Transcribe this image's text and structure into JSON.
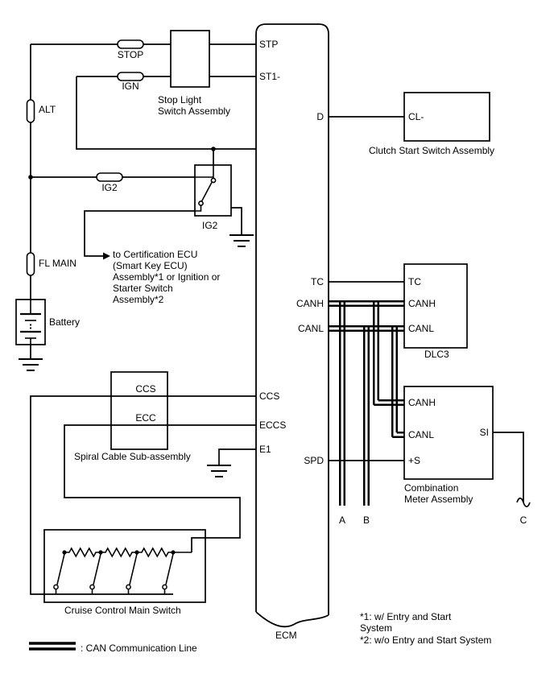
{
  "diagram": {
    "ecm": {
      "label": "ECM",
      "pins_left": {
        "stp": "STP",
        "st1": "ST1-",
        "ccs": "CCS",
        "eccs": "ECCS",
        "e1": "E1"
      },
      "pins_right": {
        "d": "D",
        "tc": "TC",
        "canh": "CANH",
        "canl": "CANL",
        "spd": "SPD"
      }
    },
    "fuses": {
      "stop": "STOP",
      "ign": "IGN",
      "ig2": "IG2",
      "alt": "ALT",
      "fl_main": "FL MAIN"
    },
    "relay": {
      "label": "IG2"
    },
    "battery": {
      "label": "Battery"
    },
    "stop_light_switch": {
      "caption": [
        "Stop Light",
        "Switch Assembly"
      ]
    },
    "clutch_switch": {
      "pin_cl": "CL-",
      "caption": "Clutch Start Switch Assembly"
    },
    "dlc3": {
      "pins": {
        "tc": "TC",
        "canh": "CANH",
        "canl": "CANL"
      },
      "caption": "DLC3"
    },
    "meter": {
      "pins": {
        "canh": "CANH",
        "canl": "CANL",
        "plus_s": "+S",
        "si": "SI"
      },
      "caption": [
        "Combination",
        "Meter Assembly"
      ]
    },
    "spiral_cable": {
      "pins": {
        "ccs": "CCS",
        "ecc": "ECC"
      },
      "caption": "Spiral Cable Sub-assembly"
    },
    "cruise_switch": {
      "caption": "Cruise Control Main Switch"
    },
    "connectors": {
      "a": "A",
      "b": "B",
      "c": "C"
    },
    "certification_note": [
      "to Certification ECU",
      "(Smart Key ECU)",
      "Assembly*1 or Ignition or",
      "Starter Switch",
      "Assembly*2"
    ],
    "legend": {
      "can_label": ": CAN Communication Line"
    },
    "footnotes": [
      "*1: w/ Entry and Start",
      "System",
      "*2: w/o Entry and Start System"
    ],
    "colors": {
      "line": "#000000",
      "background": "#ffffff"
    }
  }
}
